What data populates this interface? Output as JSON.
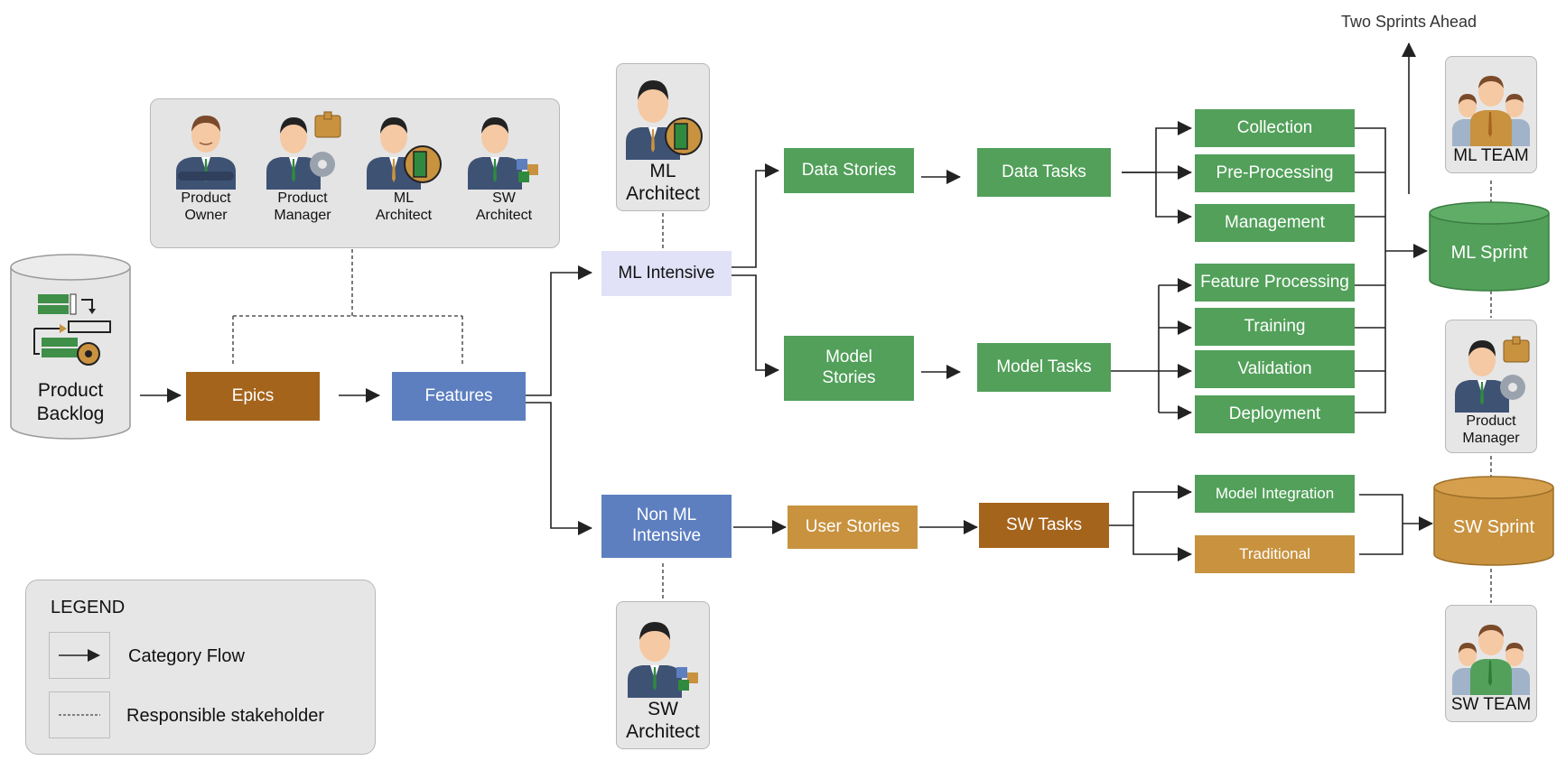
{
  "backlog": {
    "label": "Product\nBacklog",
    "icon": "backlog-icon"
  },
  "stakeholders_panel": {
    "members": [
      {
        "label": "Product\nOwner",
        "icon": "product-owner-icon"
      },
      {
        "label": "Product\nManager",
        "icon": "product-manager-icon"
      },
      {
        "label": "ML\nArchitect",
        "icon": "ml-architect-icon"
      },
      {
        "label": "SW\nArchitect",
        "icon": "sw-architect-icon"
      }
    ]
  },
  "flow": {
    "epics": "Epics",
    "features": "Features",
    "ml_intensive": "ML Intensive",
    "non_ml_intensive": "Non ML\nIntensive",
    "data_stories": "Data Stories",
    "model_stories": "Model\nStories",
    "user_stories": "User Stories",
    "data_tasks": "Data Tasks",
    "model_tasks": "Model Tasks",
    "sw_tasks": "SW Tasks"
  },
  "data_task_items": [
    "Collection",
    "Pre-Processing",
    "Management"
  ],
  "model_task_items": [
    "Feature Processing",
    "Training",
    "Validation",
    "Deployment"
  ],
  "sw_task_items": [
    "Model Integration",
    "Traditional"
  ],
  "sprints": {
    "ml": "ML Sprint",
    "sw": "SW Sprint"
  },
  "two_sprints_ahead": "Two Sprints Ahead",
  "cards": {
    "ml_architect_top": "ML\nArchitect",
    "sw_architect_bottom": "SW\nArchitect",
    "ml_team": "ML TEAM",
    "product_manager": "Product\nManager",
    "sw_team": "SW TEAM"
  },
  "legend": {
    "title": "LEGEND",
    "category_flow": "Category Flow",
    "responsible_stakeholder": "Responsible stakeholder"
  },
  "colors": {
    "green": "#52a05a",
    "brown": "#a5641c",
    "tan": "#c8923f",
    "blue": "#5d7fc0",
    "lavender": "#e1e1f7",
    "panel_gray": "#e4e4e4"
  }
}
